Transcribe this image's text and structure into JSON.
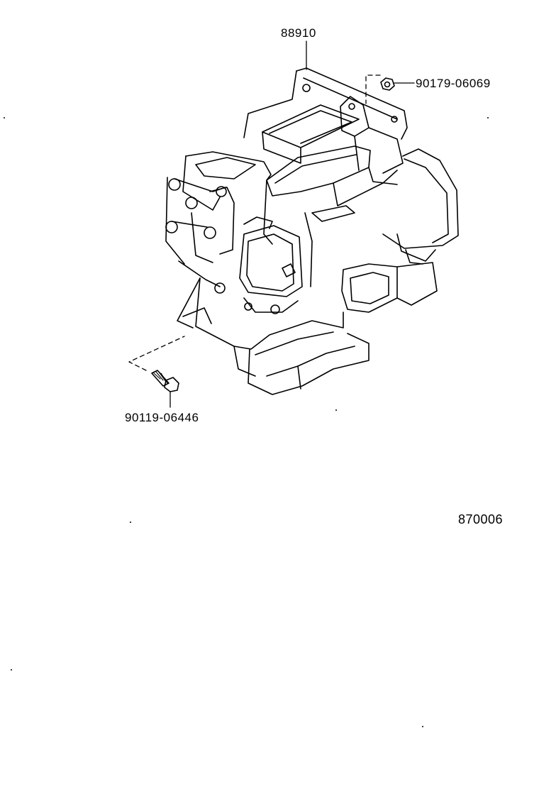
{
  "diagram": {
    "parts": [
      {
        "id": "main-unit",
        "part_number": "88910"
      },
      {
        "id": "nut",
        "part_number": "90179-06069"
      },
      {
        "id": "bolt",
        "part_number": "90119-06446"
      }
    ],
    "reference_number": "870006",
    "line_color": "#000000",
    "background": "#ffffff"
  }
}
